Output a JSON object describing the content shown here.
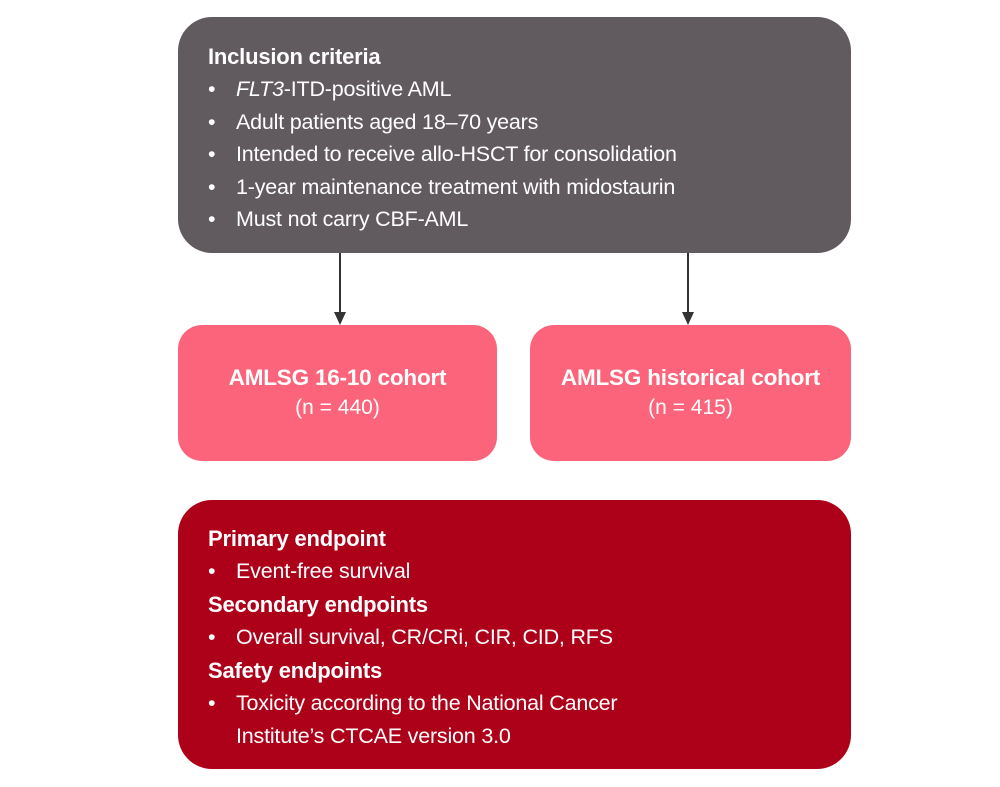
{
  "inclusion": {
    "heading": "Inclusion criteria",
    "items": [
      {
        "italic": "FLT3",
        "text": "-ITD-positive AML"
      },
      {
        "italic": "",
        "text": "Adult patients aged 18–70 years"
      },
      {
        "italic": "",
        "text": "Intended to receive allo-HSCT for consolidation"
      },
      {
        "italic": "",
        "text": "1-year maintenance treatment with midostaurin"
      },
      {
        "italic": "",
        "text": "Must not carry CBF-AML"
      }
    ]
  },
  "cohorts": [
    {
      "name": "AMLSG 16-10 cohort",
      "n": "(n = 440)"
    },
    {
      "name": "AMLSG historical cohort",
      "n": "(n = 415)"
    }
  ],
  "endpoints": {
    "primary": {
      "heading": "Primary endpoint",
      "items": [
        "Event-free survival"
      ]
    },
    "secondary": {
      "heading": "Secondary endpoints",
      "items": [
        "Overall survival, CR/CRi, CIR, CID, RFS"
      ]
    },
    "safety": {
      "heading": "Safety endpoints",
      "items": [
        "Toxicity according to the National Cancer",
        "Institute’s CTCAE version 3.0"
      ]
    }
  },
  "bullet": "•",
  "colors": {
    "criteria_box": "#615a5f",
    "cohort_box": "#fb647a",
    "endpoints_box": "#ad0019",
    "arrow": "#333333"
  }
}
